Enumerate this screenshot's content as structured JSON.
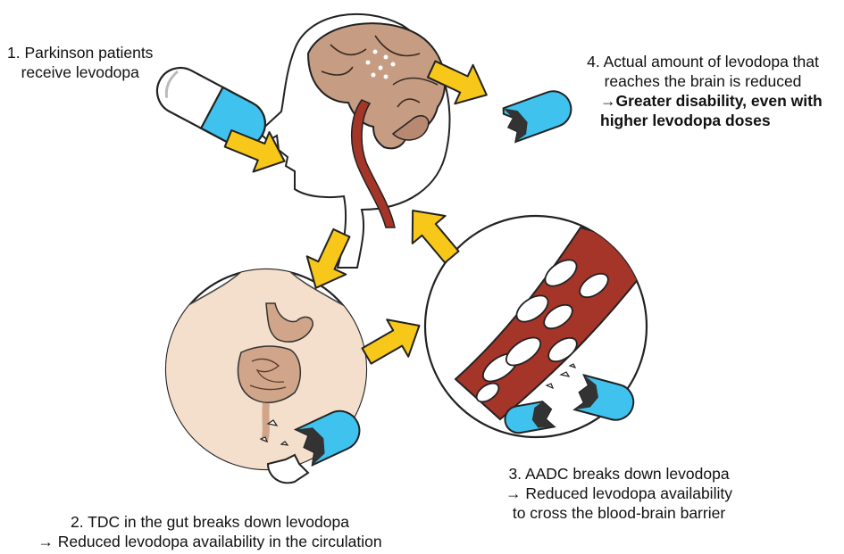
{
  "steps": [
    {
      "id": "step1",
      "lines": [
        "1. Parkinson patients",
        "receive levodopa"
      ]
    },
    {
      "id": "step2",
      "lines": [
        "2. TDC in the gut breaks down levodopa",
        "→ Reduced levodopa availability in the circulation"
      ]
    },
    {
      "id": "step3",
      "lines": [
        "3. AADC breaks down levodopa",
        "→ Reduced levodopa availability",
        "to cross the blood-brain barrier"
      ]
    },
    {
      "id": "step4",
      "lines": [
        "4. Actual amount of levodopa that",
        "reaches the brain is reduced"
      ],
      "bold_lines": [
        "→Greater disability, even with",
        "higher levodopa doses"
      ]
    }
  ],
  "colors": {
    "arrow": "#f7c81a",
    "pill_blue": "#3fc3ee",
    "brain": "#c69c83",
    "blood": "#a43528",
    "gut": "#d0a58a",
    "skin": "#f3dfcc"
  }
}
